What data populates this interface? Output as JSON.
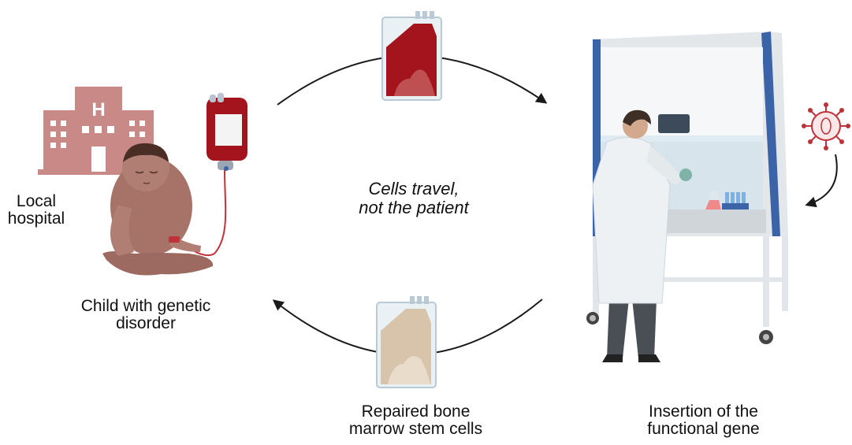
{
  "labels": {
    "local_hospital": [
      "Local",
      "hospital"
    ],
    "child": [
      "Child with genetic",
      "disorder"
    ],
    "center": [
      "Cells travel,",
      "not the patient"
    ],
    "repaired": [
      "Repaired bone",
      "marrow stem cells"
    ],
    "insertion": [
      "Insertion of the",
      "functional gene"
    ],
    "hospital_sign": "H"
  },
  "colors": {
    "hospital": "#c98a87",
    "blood_bag": "#a3141c",
    "repaired_bag": "#d8c4aa",
    "hood_blue": "#3b63a8",
    "arrow": "#1a1a1a"
  },
  "icons": [
    "hospital-icon",
    "baby-icon",
    "iv-blood-bag-icon",
    "blood-bag-icon",
    "repaired-cells-bag-icon",
    "biosafety-cabinet-icon",
    "scientist-icon",
    "virus-icon"
  ]
}
